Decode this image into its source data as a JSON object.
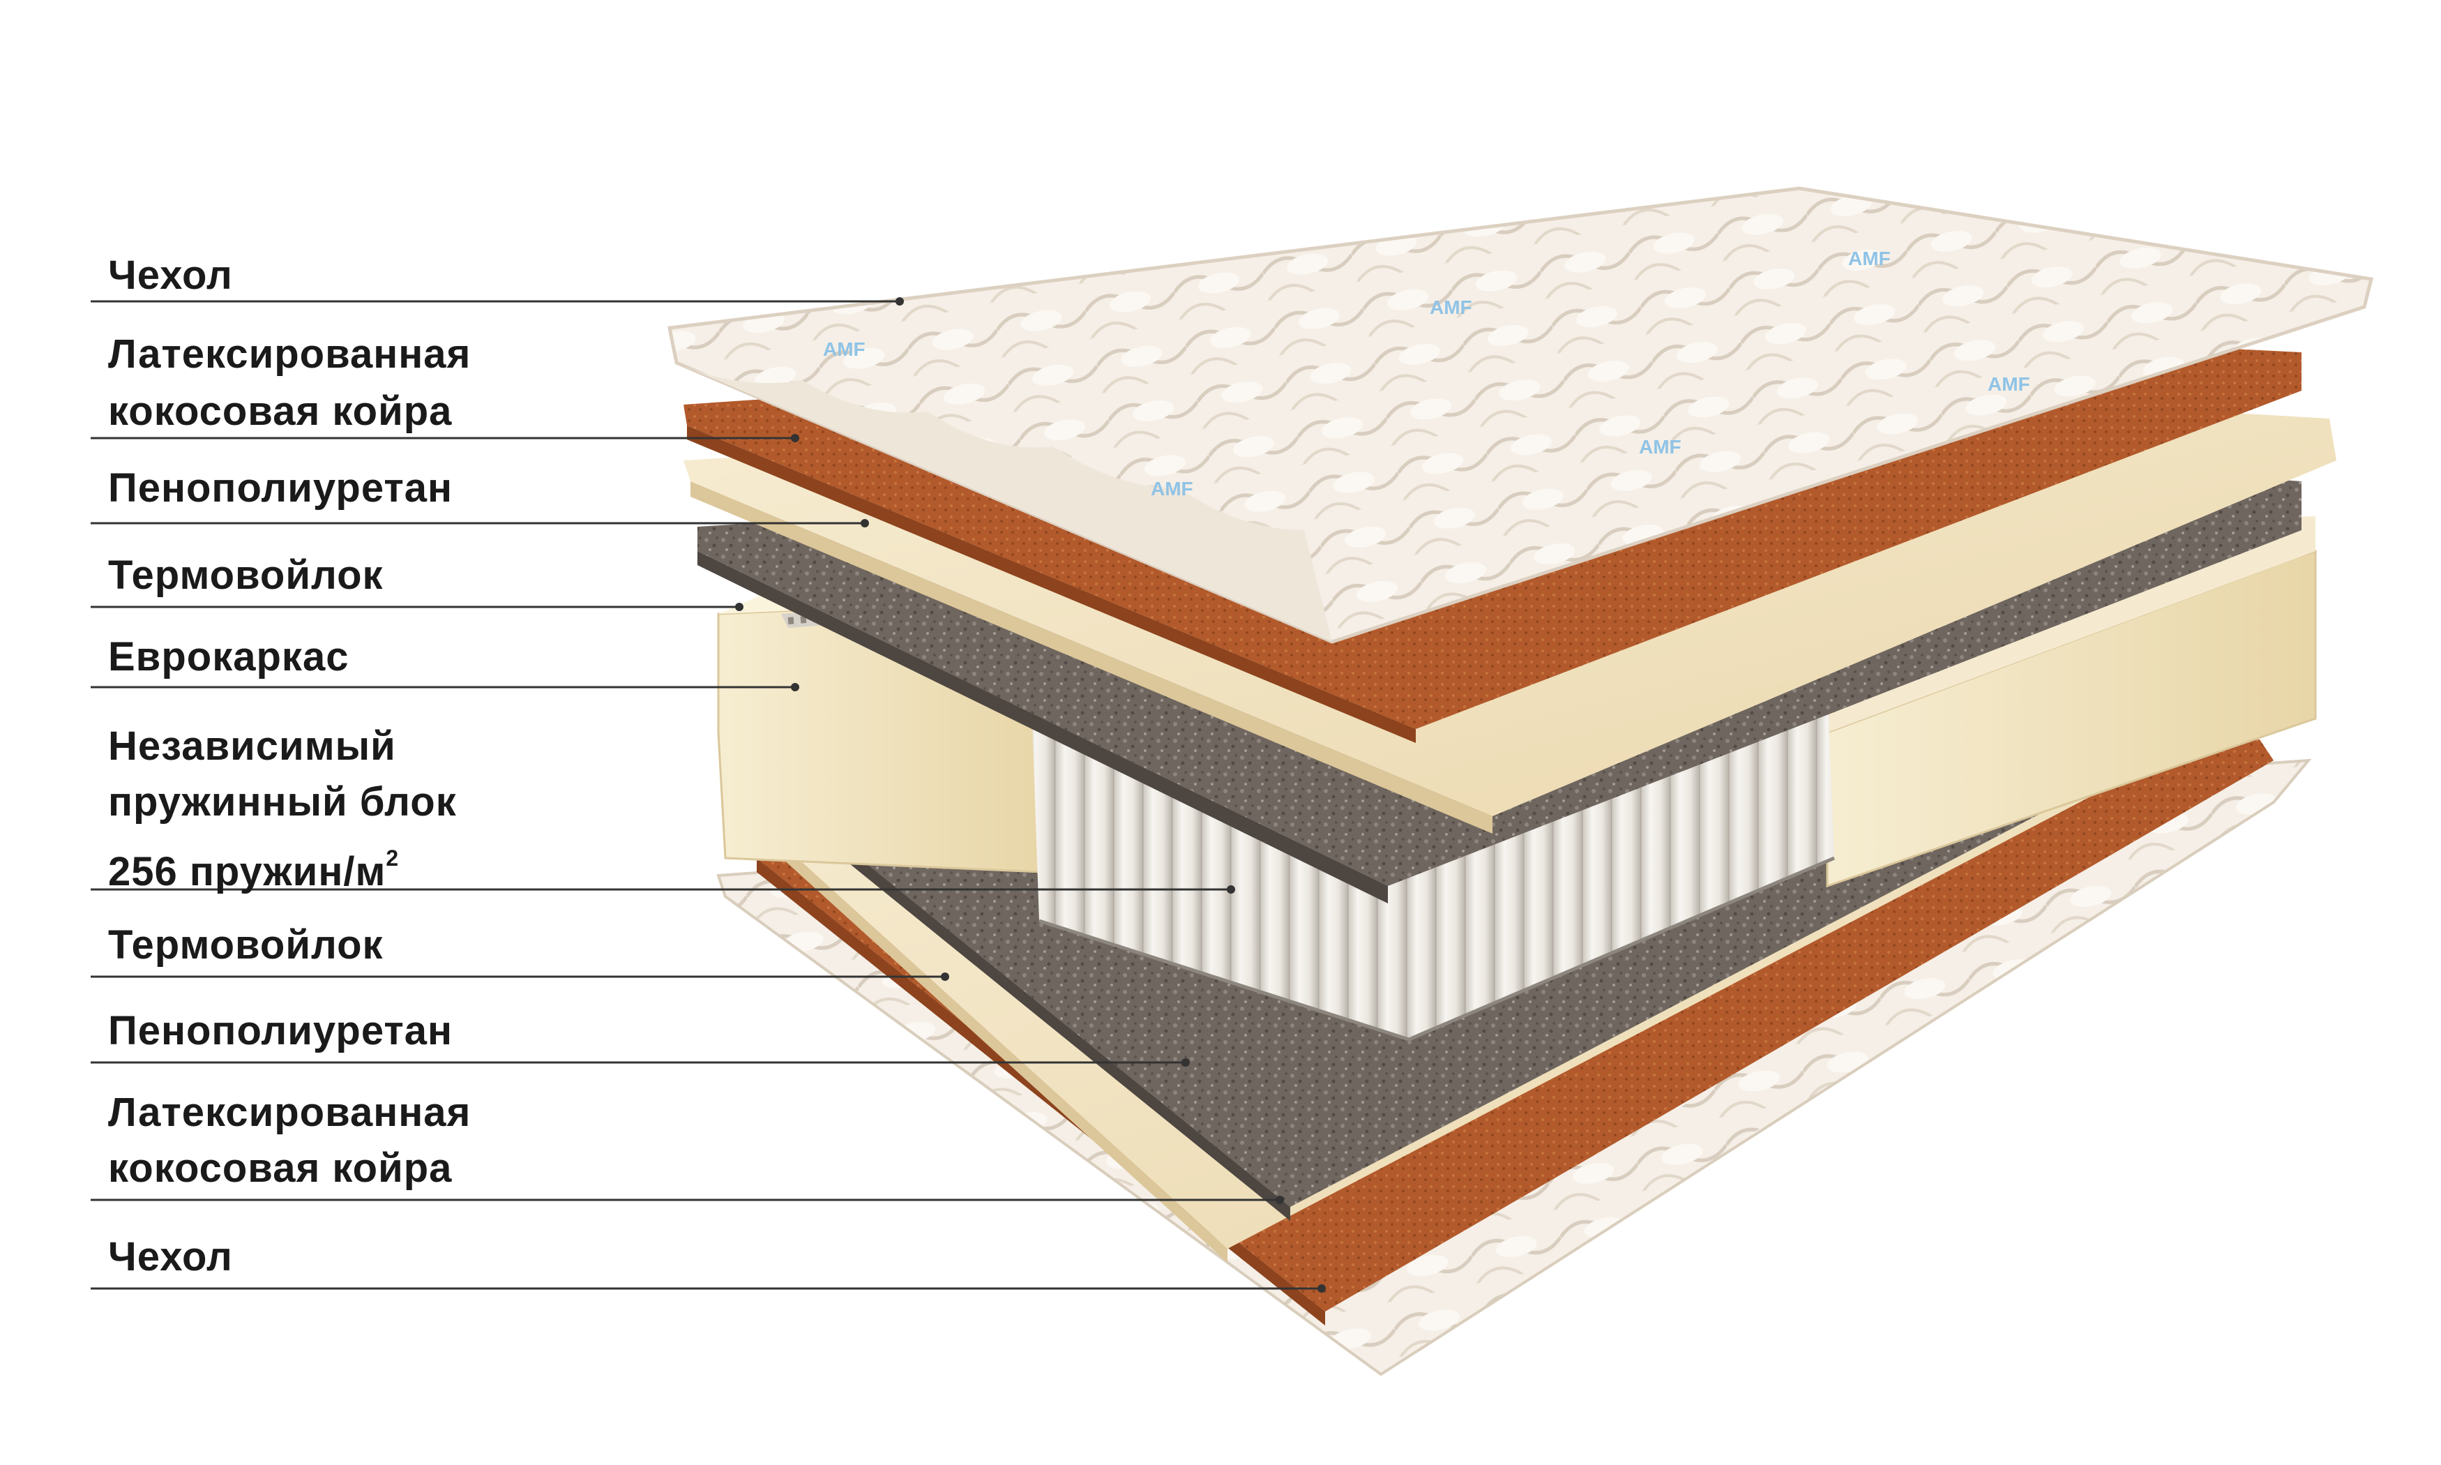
{
  "labels": {
    "cover_top": "Чехол",
    "coir_top_line1": "Латексированная",
    "coir_top_line2": "кокосовая койра",
    "foam_top": "Пенополиуретан",
    "felt_top": "Термовойлок",
    "eurocarcass": "Еврокаркас",
    "springs_line1": "Независимый",
    "springs_line2": "пружинный блок",
    "springs_line3": "256 пружин/м",
    "springs_sup": "2",
    "felt_bottom": "Термовойлок",
    "foam_bottom": "Пенополиуретан",
    "coir_bottom_line1": "Латексированная",
    "coir_bottom_line2": "кокосовая койра",
    "cover_bottom": "Чехол"
  },
  "cover_mark": "AMF",
  "colors": {
    "cover": "#f2ebe3",
    "coir": "#b35a2d",
    "foam": "#f3e6c4",
    "felt": "#6e655e",
    "springs": "#ece9e3",
    "leader": "#333333"
  }
}
